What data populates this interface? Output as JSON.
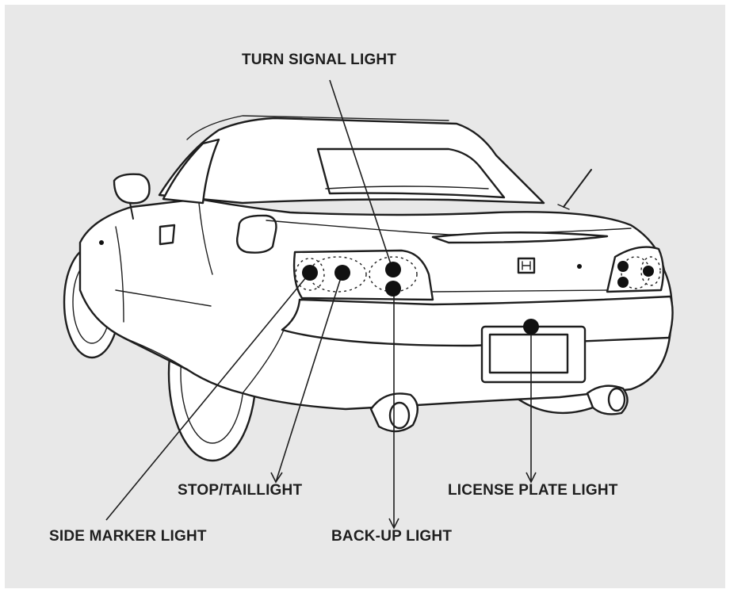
{
  "background_color": "#e8e8e8",
  "ink_color": "#1e1e1e",
  "callouts": {
    "turn_signal": "TURN SIGNAL LIGHT",
    "stop_tail": "STOP/TAILLIGHT",
    "side_marker": "SIDE MARKER LIGHT",
    "backup": "BACK-UP LIGHT",
    "license_plate": "LICENSE PLATE LIGHT"
  }
}
